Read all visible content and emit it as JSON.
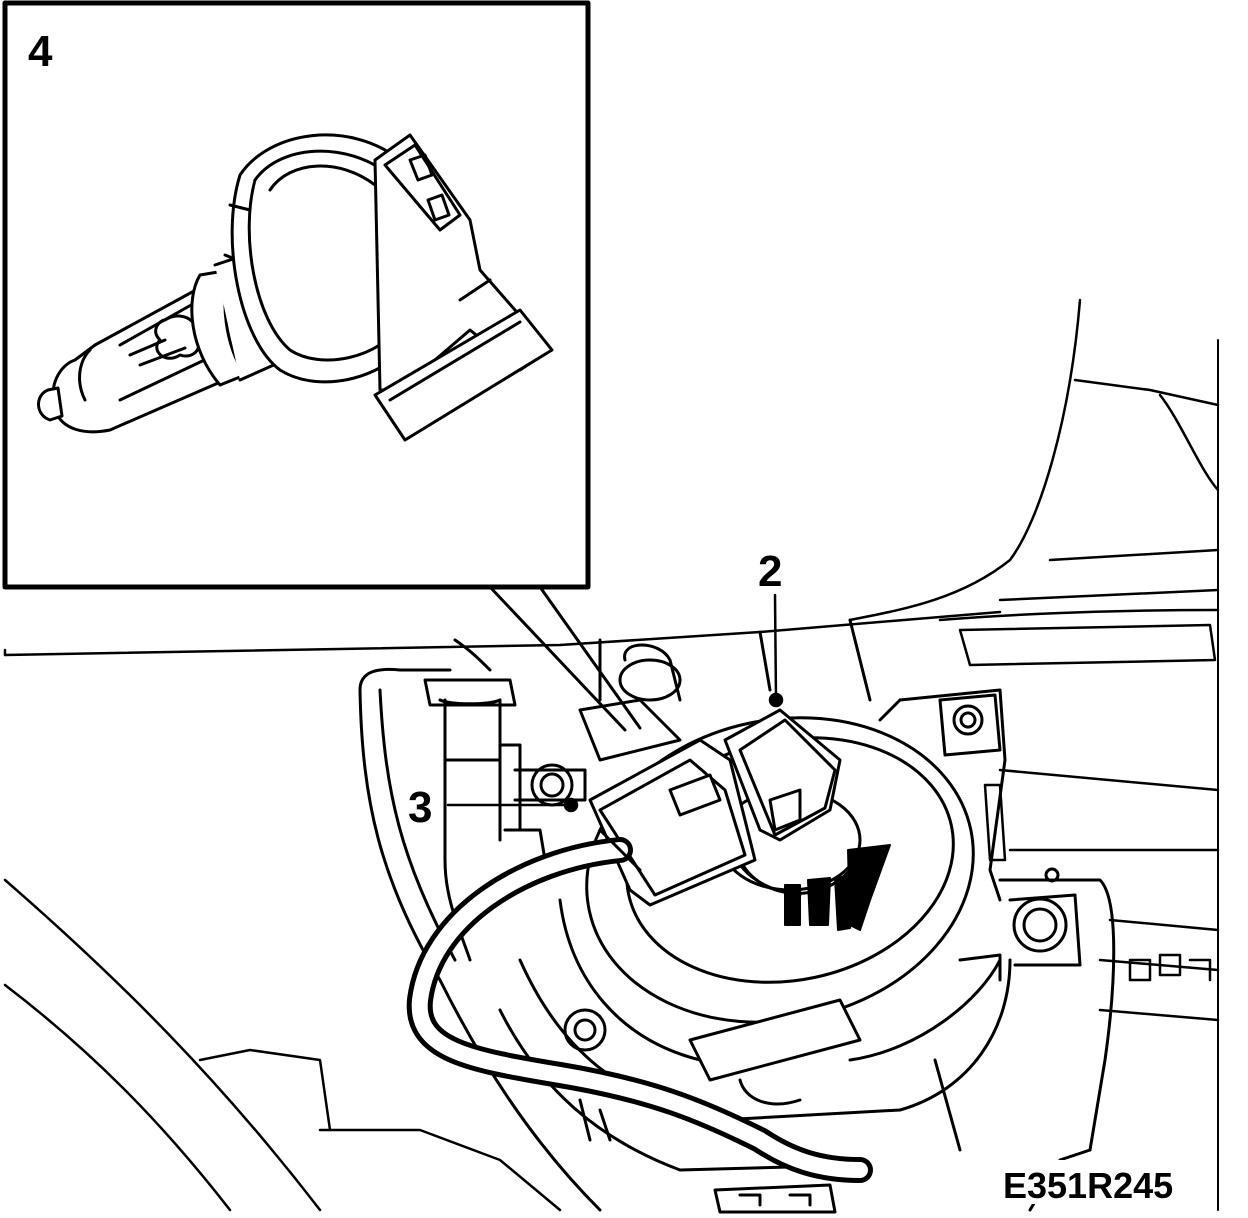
{
  "diagram": {
    "callouts": {
      "inset": "4",
      "lamp_holder": "2",
      "connector": "3"
    },
    "figure_code": "E351R245"
  },
  "colors": {
    "ink": "#000000",
    "paper": "#ffffff"
  }
}
